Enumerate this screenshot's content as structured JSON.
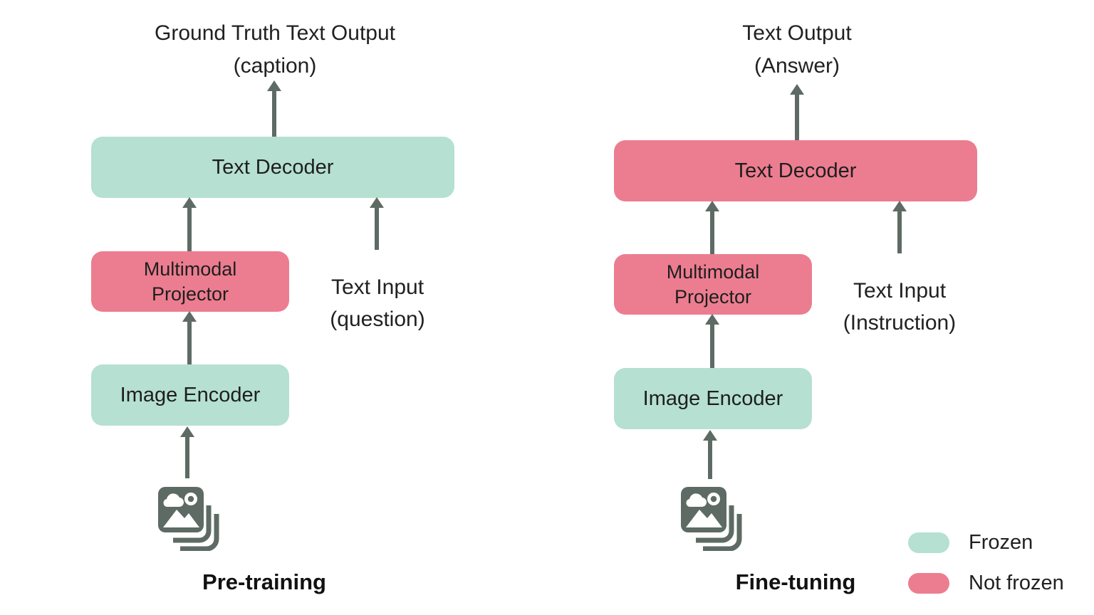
{
  "palette": {
    "frozen_green": "#b5e0d2",
    "not_frozen_pink": "#ec7d90",
    "arrow_gray": "#5d6b64",
    "text_dark": "#212121"
  },
  "left": {
    "output_label_line1": "Ground Truth Text Output",
    "output_label_line2": "(caption)",
    "decoder_label": "Text Decoder",
    "projector_label_line1": "Multimodal",
    "projector_label_line2": "Projector",
    "text_input_line1": "Text Input",
    "text_input_line2": "(question)",
    "encoder_label": "Image Encoder",
    "stage_label": "Pre-training"
  },
  "right": {
    "output_label_line1": "Text Output",
    "output_label_line2": "(Answer)",
    "decoder_label": "Text Decoder",
    "projector_label_line1": "Multimodal",
    "projector_label_line2": "Projector",
    "text_input_line1": "Text Input",
    "text_input_line2": "(Instruction)",
    "encoder_label": "Image Encoder",
    "stage_label": "Fine-tuning"
  },
  "legend": {
    "frozen_label": "Frozen",
    "not_frozen_label": "Not frozen"
  }
}
